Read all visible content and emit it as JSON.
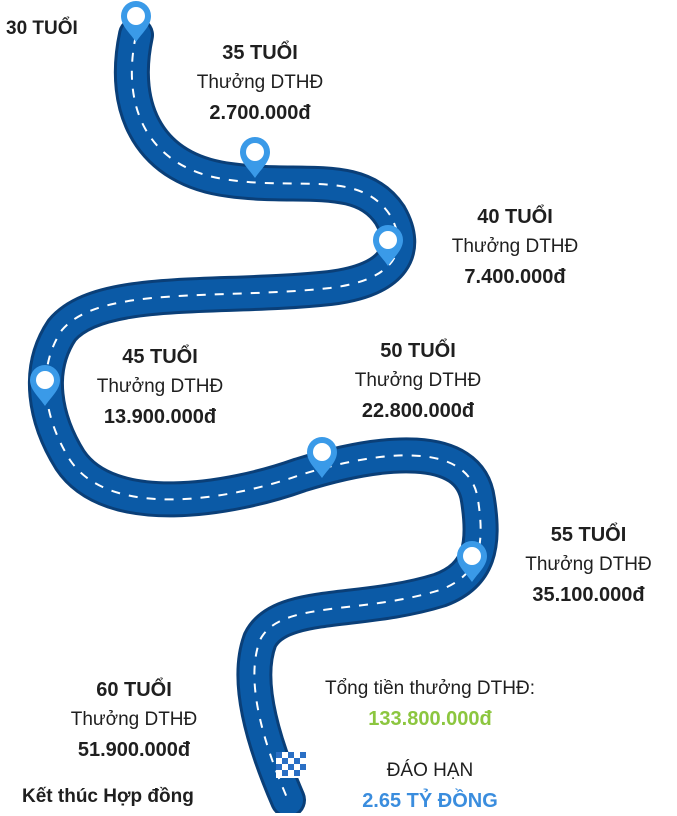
{
  "start": {
    "age": "30 TUỔI"
  },
  "milestones": [
    {
      "age": "35 TUỔI",
      "bonus_label": "Thưởng DTHĐ",
      "amount": "2.700.000đ"
    },
    {
      "age": "40 TUỔI",
      "bonus_label": "Thưởng DTHĐ",
      "amount": "7.400.000đ"
    },
    {
      "age": "45 TUỔI",
      "bonus_label": "Thưởng DTHĐ",
      "amount": "13.900.000đ"
    },
    {
      "age": "50 TUỔI",
      "bonus_label": "Thưởng DTHĐ",
      "amount": "22.800.000đ"
    },
    {
      "age": "55 TUỔI",
      "bonus_label": "Thưởng DTHĐ",
      "amount": "35.100.000đ"
    },
    {
      "age": "60 TUỔI",
      "bonus_label": "Thưởng DTHĐ",
      "amount": "51.900.000đ"
    }
  ],
  "end_label": "Kết thúc Hợp đồng",
  "total": {
    "label": "Tổng tiền thưởng DTHĐ:",
    "amount": "133.800.000đ"
  },
  "maturity": {
    "label": "ĐÁO HẠN",
    "amount": "2.65 TỶ ĐỒNG"
  },
  "colors": {
    "road": "#0b5aa6",
    "road_edge": "#0a3f78",
    "pin": "#3a9ae8",
    "total_amount": "#8cc63f",
    "maturity_amount": "#3a8dde"
  }
}
